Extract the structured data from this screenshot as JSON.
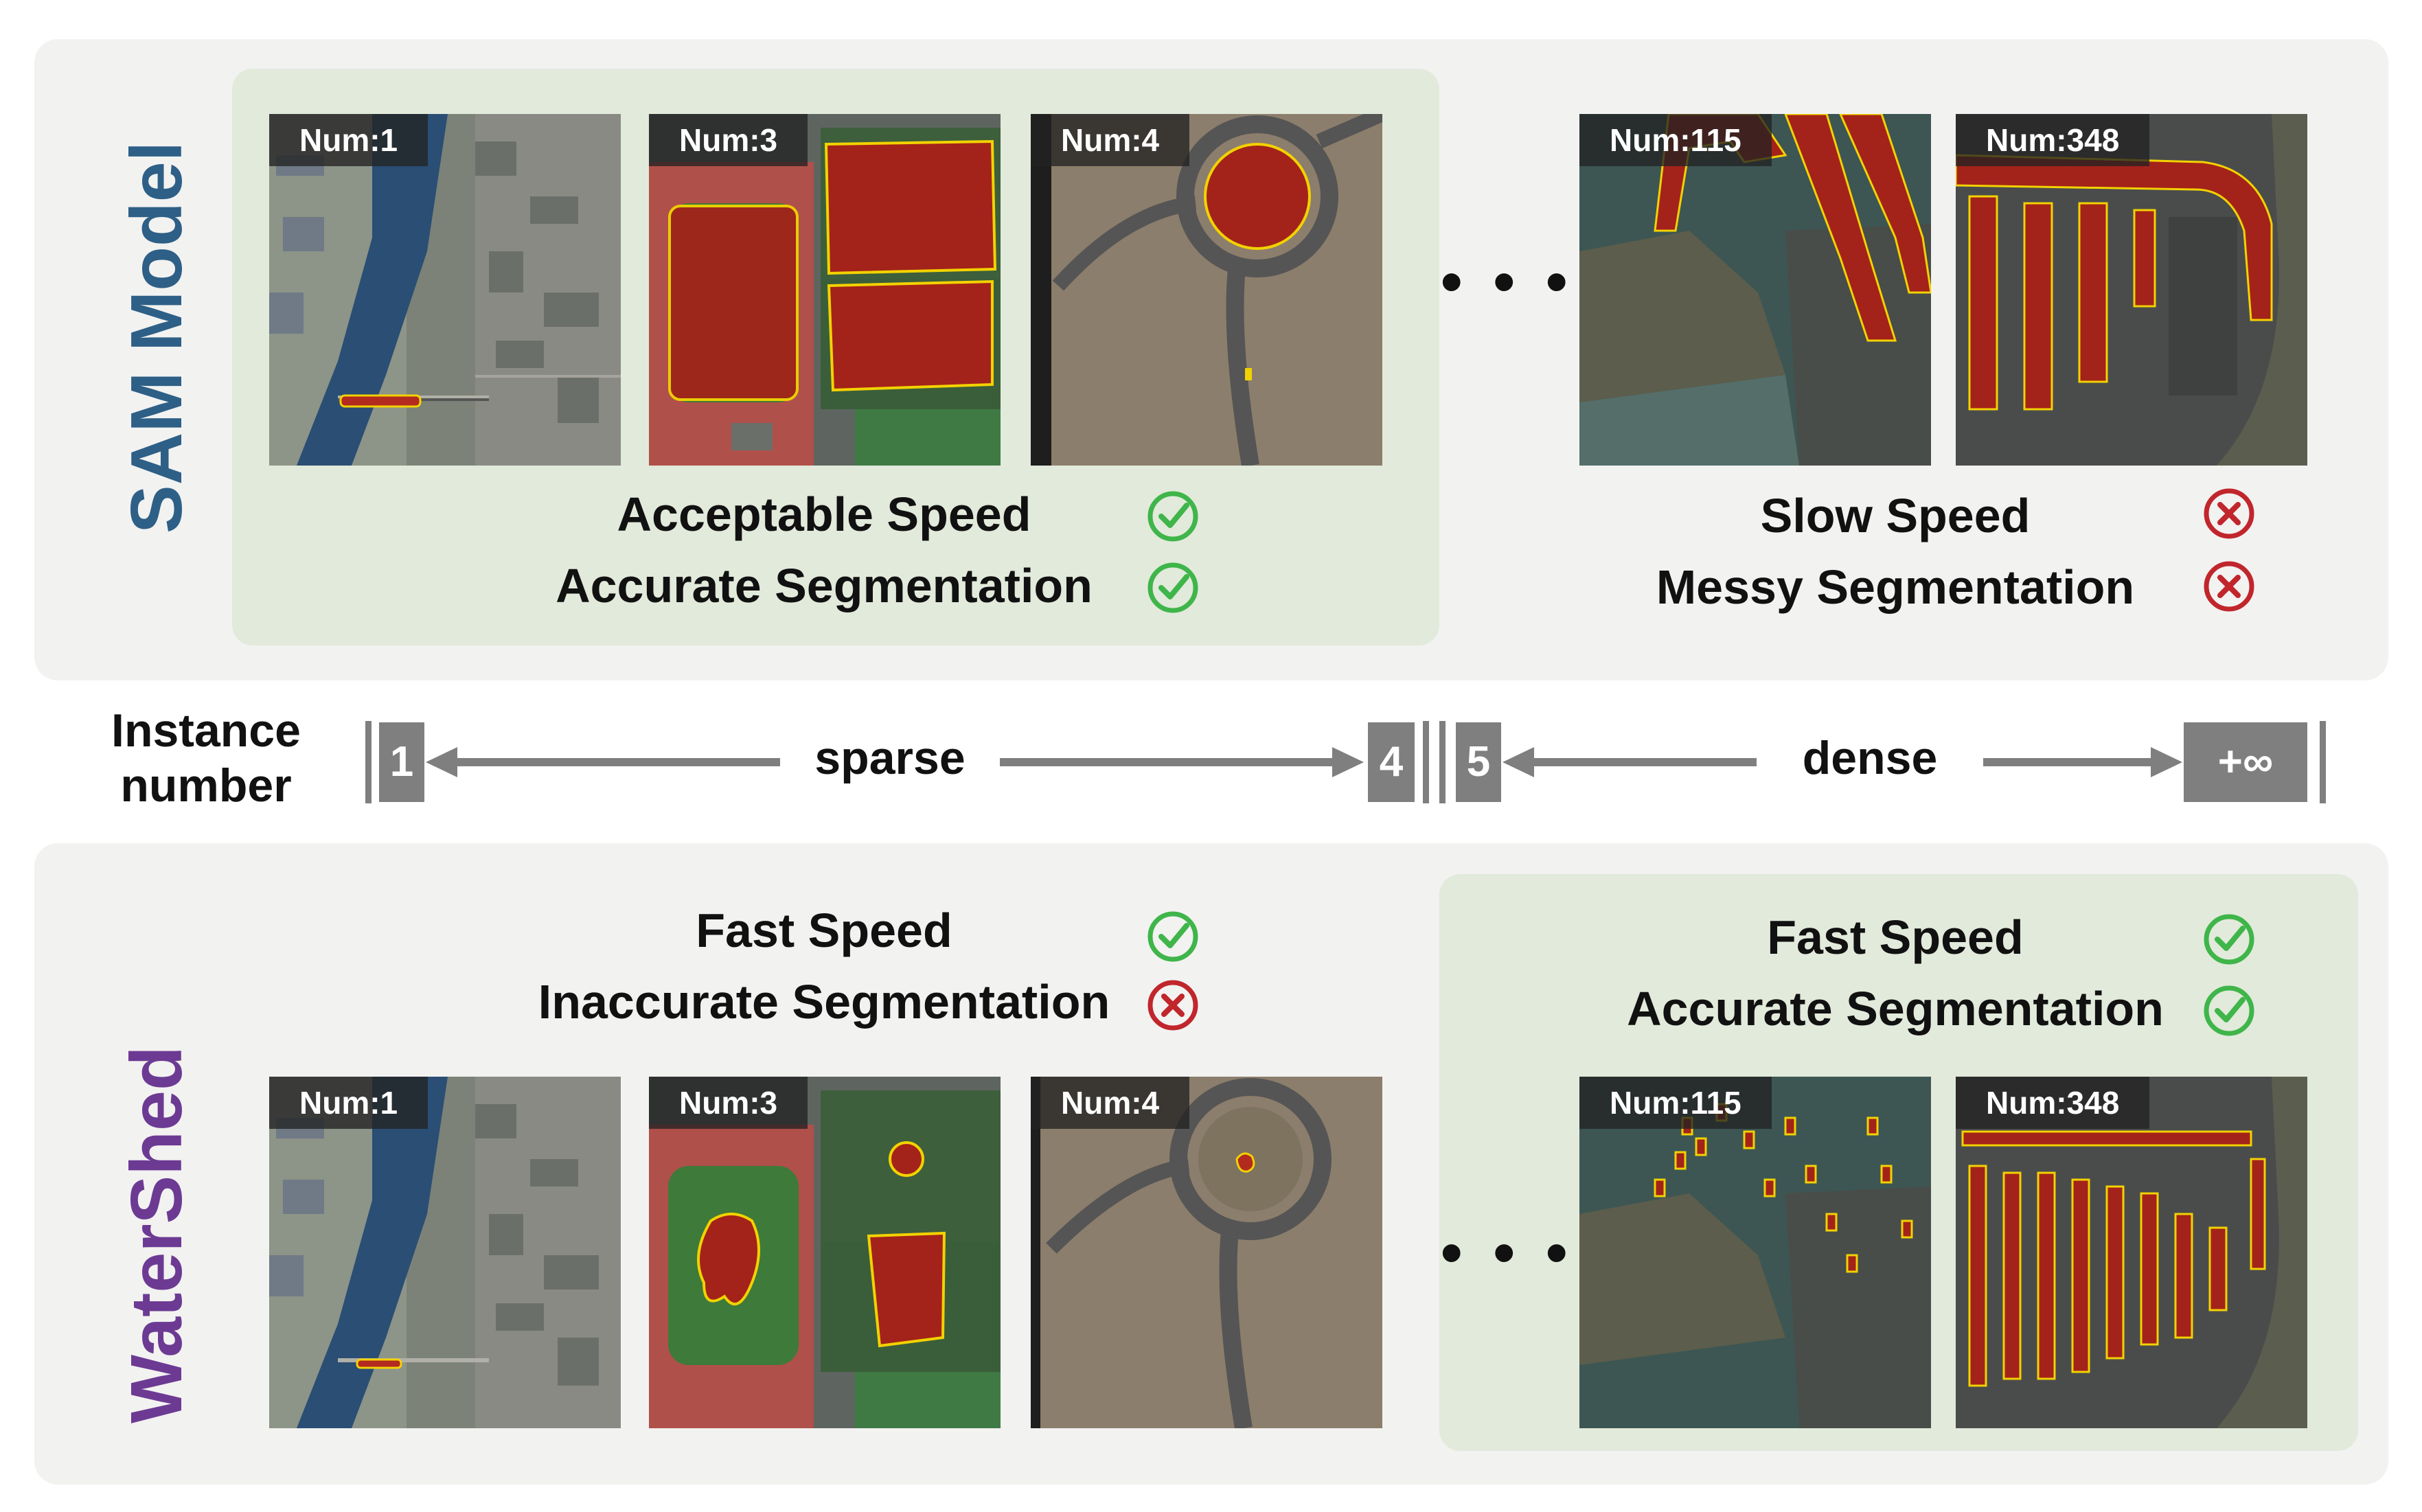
{
  "colors": {
    "panel_bg": "#f2f2f1",
    "highlight_bg": "#e2eadb",
    "sam_label": "#2e5f86",
    "watershed_label": "#6c3a93",
    "check_green": "#3fb54a",
    "cross_red": "#c0262c",
    "axis_gray": "#7f7f7f",
    "seg_fill": "#a3231a",
    "seg_outline": "#f2d200"
  },
  "sam": {
    "title": "SAM Model",
    "tiles": [
      {
        "num": "Num:1",
        "scene": "river-bridge"
      },
      {
        "num": "Num:3",
        "scene": "sports-fields"
      },
      {
        "num": "Num:4",
        "scene": "roundabout"
      },
      {
        "num": "Num:115",
        "scene": "marina"
      },
      {
        "num": "Num:348",
        "scene": "parking-lot"
      }
    ],
    "left_props": [
      {
        "text": "Acceptable Speed",
        "ok": true
      },
      {
        "text": "Accurate Segmentation",
        "ok": true
      }
    ],
    "right_props": [
      {
        "text": "Slow Speed",
        "ok": false
      },
      {
        "text": "Messy Segmentation",
        "ok": false
      }
    ],
    "ellipsis": "• • •"
  },
  "axis": {
    "label": "Instance number",
    "start": "1",
    "sparse_end": "4",
    "dense_start": "5",
    "end": "+∞",
    "sparse_label": "sparse",
    "dense_label": "dense"
  },
  "watershed": {
    "title": "WaterShed",
    "tiles": [
      {
        "num": "Num:1",
        "scene": "river-bridge"
      },
      {
        "num": "Num:3",
        "scene": "sports-fields"
      },
      {
        "num": "Num:4",
        "scene": "roundabout"
      },
      {
        "num": "Num:115",
        "scene": "marina"
      },
      {
        "num": "Num:348",
        "scene": "parking-lot"
      }
    ],
    "left_props": [
      {
        "text": "Fast Speed",
        "ok": true
      },
      {
        "text": "Inaccurate Segmentation",
        "ok": false
      }
    ],
    "right_props": [
      {
        "text": "Fast Speed",
        "ok": true
      },
      {
        "text": "Accurate Segmentation",
        "ok": true
      }
    ],
    "ellipsis": "• • •"
  }
}
